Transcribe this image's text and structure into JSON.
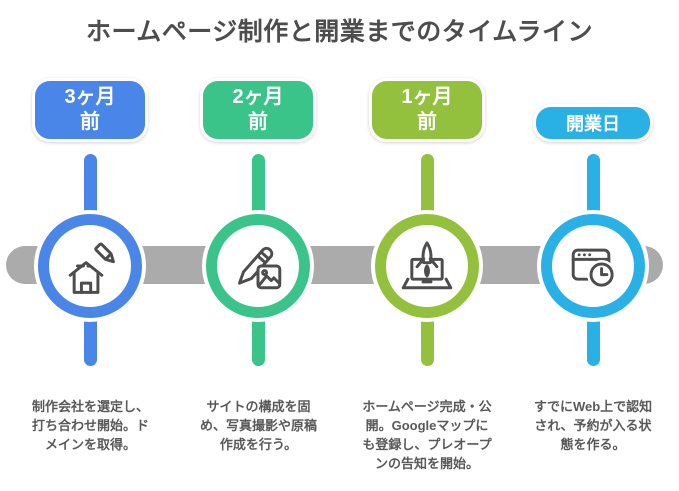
{
  "title": "ホームページ制作と開業までのタイムライン",
  "colors": {
    "blue": "#4a86e8",
    "green": "#3bc489",
    "lime": "#94c13d",
    "cyan": "#29b1e6",
    "bar_gray": "#ababab",
    "title_text": "#4d4d4d",
    "body_text": "#595959",
    "icon_stroke": "#4d4d4d"
  },
  "timeline": {
    "columns": [
      {
        "badge": "3ヶ月\n前",
        "color": "#4a86e8",
        "icon": "house-edit-icon",
        "description": "制作会社を選定し、打ち合わせ開始。ドメインを取得。"
      },
      {
        "badge": "2ヶ月\n前",
        "color": "#3bc489",
        "icon": "pencil-photo-icon",
        "description": "サイトの構成を固め、写真撮影や原稿作成を行う。"
      },
      {
        "badge": "1ヶ月\n前",
        "color": "#94c13d",
        "icon": "rocket-laptop-icon",
        "description": "ホームページ完成・公開。Googleマップにも登録し、プレオープンの告知を開始。"
      },
      {
        "badge": "開業日",
        "color": "#29b1e6",
        "icon": "browser-clock-icon",
        "description": "すでにWeb上で認知され、予約が入る状態を作る。"
      }
    ]
  }
}
